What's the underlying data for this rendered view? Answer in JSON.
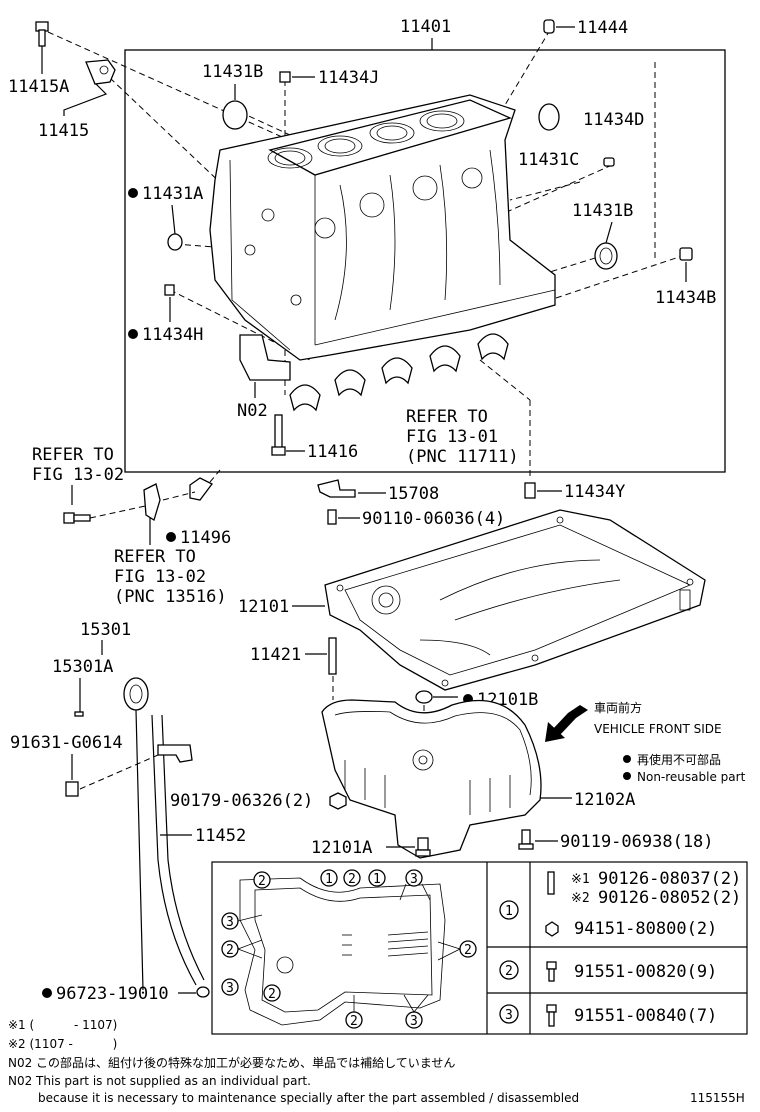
{
  "labels": {
    "p11401": "11401",
    "p11444": "11444",
    "p11415A": "11415A",
    "p11415": "11415",
    "p11431B_top": "11431B",
    "p11434J": "11434J",
    "p11434D": "11434D",
    "p11431C": "11431C",
    "p11431A": "11431A",
    "p11431B_right": "11431B",
    "p11434B": "11434B",
    "p11434H": "11434H",
    "pN02": "N02",
    "p11416": "11416",
    "p15708": "15708",
    "p11434Y": "11434Y",
    "p90110": "90110-06036(4)",
    "p11496": "11496",
    "p12101": "12101",
    "p15301": "15301",
    "p15301A": "15301A",
    "p11421": "11421",
    "p12101B": "12101B",
    "p91631": "91631-G0614",
    "p90179": "90179-06326(2)",
    "p12102A": "12102A",
    "p11452": "11452",
    "p12101A": "12101A",
    "p90119": "90119-06938(18)",
    "p96723": "96723-19010"
  },
  "refs": {
    "ref1": [
      "REFER TO",
      "FIG 13-02"
    ],
    "ref2": [
      "REFER TO",
      "FIG 13-01",
      "(PNC 11711)"
    ],
    "ref3": [
      "REFER TO",
      "FIG 13-02",
      "(PNC 13516)"
    ]
  },
  "direction": {
    "jp": "車両前方",
    "en": "VEHICLE FRONT SIDE"
  },
  "legend": {
    "jp": "再使用不可部品",
    "en": "Non-reusable part"
  },
  "table": {
    "row1": {
      "key": "1",
      "a_mark": "※1",
      "a": "90126-08037(2)",
      "b_mark": "※2",
      "b": "90126-08052(2)",
      "c": "94151-80800(2)"
    },
    "row2": {
      "key": "2",
      "a": "91551-00820(9)"
    },
    "row3": {
      "key": "3",
      "a": "91551-00840(7)"
    }
  },
  "callouts": [
    "2",
    "1",
    "2",
    "1",
    "3",
    "3",
    "2",
    "2",
    "3",
    "2",
    "2",
    "3"
  ],
  "notes": {
    "n1": "※1 (　　　 - 1107)",
    "n2": "※2 (1107 - 　　　)",
    "n3": "N02 この部品は、組付け後の特殊な加工が必要なため、単品では補給していません",
    "n4": "N02 This part is not supplied as an individual part.",
    "n5": "because it is necessary to maintenance specially after the part assembled / disassembled"
  },
  "figure_id": "115155H"
}
